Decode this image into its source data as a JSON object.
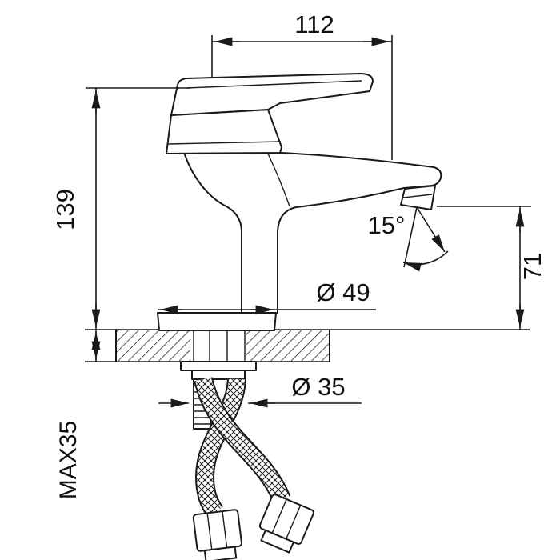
{
  "page": {
    "background": "#ffffff",
    "line_color": "#1a1a1a"
  },
  "drawing": {
    "labels": {
      "width_top": "112",
      "height_left": "139",
      "angle_spout": "15°",
      "height_right": "71",
      "dia_base": "Ø 49",
      "dia_hole": "Ø 35",
      "max_thickness": "MAX35"
    }
  }
}
